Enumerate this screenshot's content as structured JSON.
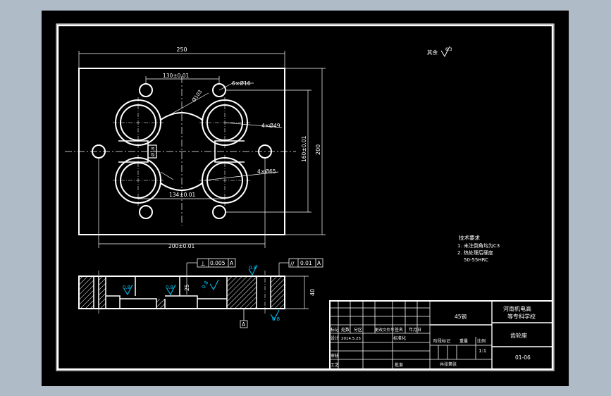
{
  "colors": {
    "app_background": "#b0bbc8",
    "canvas_background": "#000000",
    "line": "#ffffff",
    "roughness_symbol": "#00c8ff"
  },
  "dimensions": {
    "overall_width": "250",
    "hole_spacing_top": "130±0.01",
    "hole_spacing_bottom": "134±0.01",
    "small_holes": "6×Ø16",
    "pitch_circle": "Ø103",
    "medium_holes": "4×Ø49",
    "large_holes": "4×Ø65",
    "bottom_span": "200±0.01",
    "height_inner": "160±0.01",
    "height_overall": "200",
    "slot_width": "Ø18",
    "depth_25": "25",
    "thickness": "40"
  },
  "tolerances": {
    "perpendicular_value": "0.005",
    "parallel_value": "0.01",
    "datum": "A",
    "perpendicular_symbol": "⊥",
    "parallel_symbol": "//"
  },
  "roughness": {
    "value": "0.8",
    "remaining_label": "其余",
    "remaining_value": "6.3"
  },
  "technical_notes": {
    "title": "技术要求",
    "items": [
      "1. 未注倒角均为C3",
      "2. 热处理后硬度",
      "50-55HRC"
    ]
  },
  "title_block": {
    "material": "45钢",
    "school": "河南机电高",
    "school_line2": "等专科学校",
    "part_name": "齿轮座",
    "drawing_number": "01-06",
    "scale": "1:1",
    "row_labels": [
      "标记",
      "处数",
      "分区",
      "更改文件号",
      "签名",
      "年月日"
    ],
    "design_label": "设计",
    "design_date": "2014.5.25",
    "standardize_label": "标准化",
    "review_label": "审核",
    "process_label": "工艺",
    "approve_label": "批准",
    "stage_label": "阶段标记",
    "weight_label": "重量",
    "scale_label": "比例",
    "sheet_label": "共张第张"
  }
}
